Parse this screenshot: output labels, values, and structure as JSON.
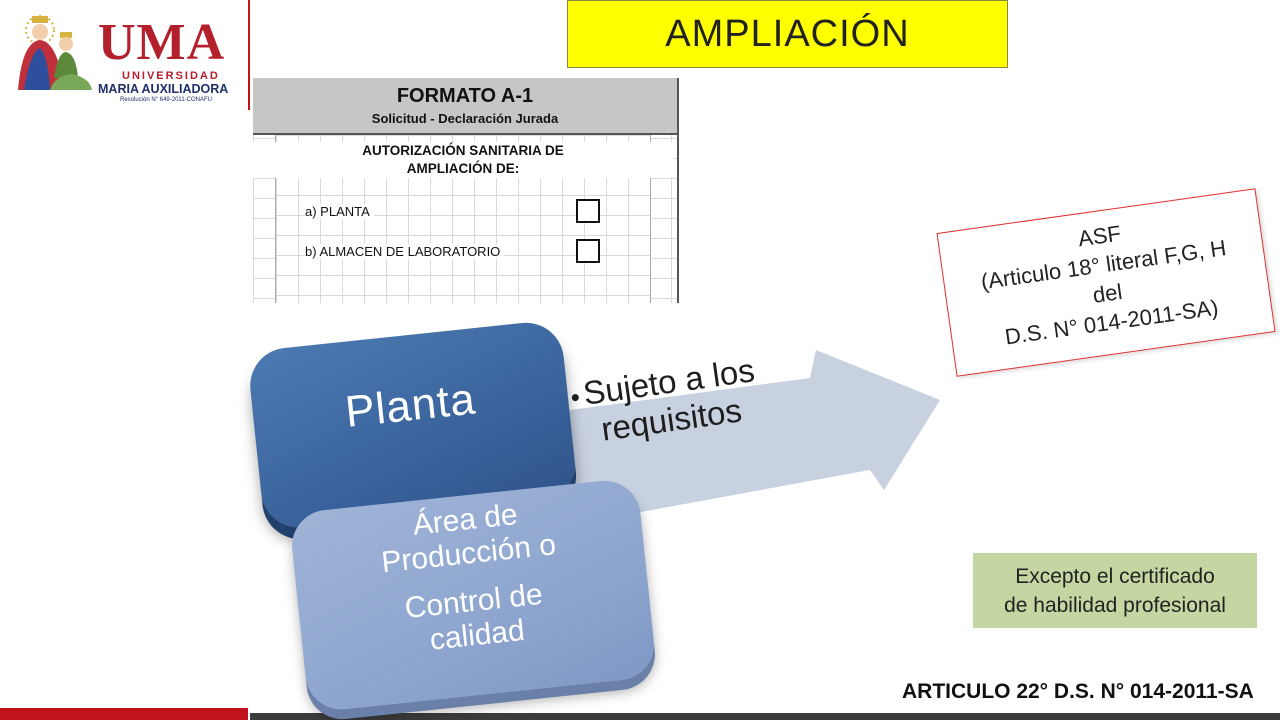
{
  "logo": {
    "name": "UMA",
    "line1": "UNIVERSIDAD",
    "line2": "MARIA AUXILIADORA",
    "resolution": "Resolución N° 649-2011-CONAFU"
  },
  "title": "AMPLIACIÓN",
  "form": {
    "title": "FORMATO A-1",
    "subtitle": "Solicitud - Declaración Jurada",
    "auth_line1": "AUTORIZACIÓN SANITARIA DE",
    "auth_line2": "AMPLIACIÓN DE:",
    "options": [
      {
        "label": "a)  PLANTA"
      },
      {
        "label": "b)  ALMACEN DE LABORATORIO"
      }
    ]
  },
  "diagram": {
    "planta": "Planta",
    "area_line1": "Área de",
    "area_line2": "Producción  o",
    "area_line3": "Control de",
    "area_line4": "calidad",
    "arrow_line1": "Sujeto a los",
    "arrow_line2": "requisitos"
  },
  "asf": {
    "line1": "ASF",
    "line2": "(Articulo 18° literal F,G, H",
    "line3": "del",
    "line4": "D.S. N° 014-2011-SA)"
  },
  "note": {
    "line1": "Excepto el certificado",
    "line2": "de habilidad profesional"
  },
  "footer": "ARTICULO 22° D.S. N° 014-2011-SA",
  "colors": {
    "title_bg": "#ffff00",
    "brand_red": "#c0141c",
    "planta": "#3a639c",
    "area": "#8ea6cf",
    "arrow": "#c8d1e0",
    "note_bg": "#c4d7a2",
    "asf_border": "#e03030"
  }
}
